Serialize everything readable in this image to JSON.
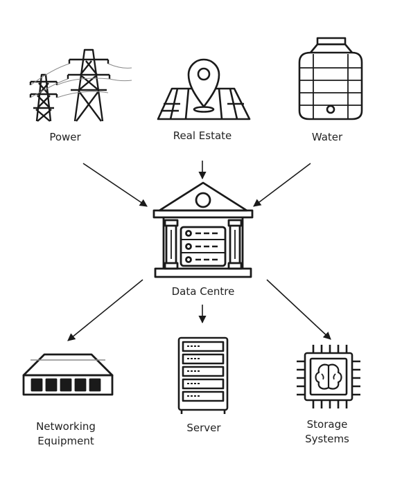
{
  "diagram": {
    "inputs": [
      {
        "id": "power",
        "label": "Power",
        "icon": "power-pylon-icon"
      },
      {
        "id": "real-estate",
        "label": "Real Estate",
        "icon": "map-pin-icon"
      },
      {
        "id": "water",
        "label": "Water",
        "icon": "water-tank-icon"
      }
    ],
    "center": {
      "id": "data-centre",
      "label": "Data Centre",
      "icon": "data-centre-building-icon"
    },
    "outputs": [
      {
        "id": "networking-equipment",
        "label_lines": [
          "Networking",
          "Equipment"
        ],
        "icon": "network-switch-icon"
      },
      {
        "id": "server",
        "label": "Server",
        "icon": "server-rack-icon"
      },
      {
        "id": "storage-systems",
        "label_lines": [
          "Storage",
          "Systems"
        ],
        "icon": "chip-brain-icon"
      }
    ],
    "colors": {
      "line": "#1a1a1a",
      "text": "#222222",
      "background": "#ffffff"
    }
  }
}
